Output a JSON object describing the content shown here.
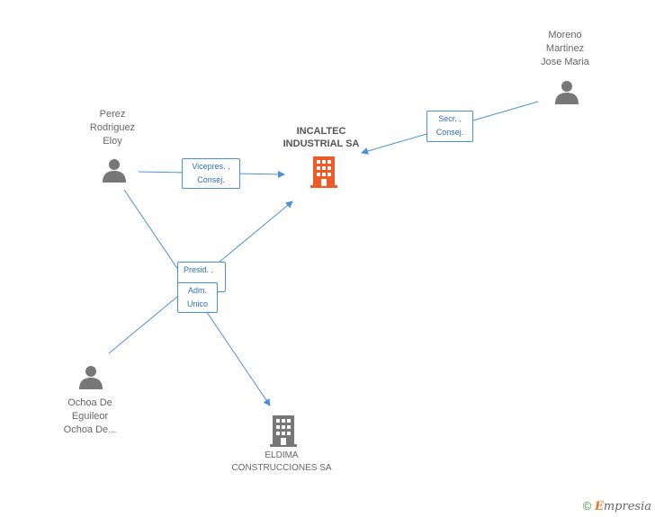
{
  "company": {
    "name_line1": "INCALTEC",
    "name_line2": "INDUSTRIAL SA",
    "icon": "building-icon",
    "color": "#f05a28"
  },
  "related_company": {
    "name_line1": "ELDIMA",
    "name_line2": "CONSTRUCCIONES SA",
    "icon": "building-icon",
    "color": "#777777"
  },
  "people": [
    {
      "id": "moreno",
      "lines": [
        "Moreno",
        "Martinez",
        "Jose Maria"
      ]
    },
    {
      "id": "perez",
      "lines": [
        "Perez",
        "Rodriguez",
        "Eloy"
      ]
    },
    {
      "id": "ochoa",
      "lines": [
        "Ochoa De",
        "Eguileor",
        "Ochoa De..."
      ]
    }
  ],
  "roles": {
    "moreno_incaltec": [
      "Secr. ,",
      "Consej."
    ],
    "perez_incaltec": [
      "Vicepres. ,",
      "Consej."
    ],
    "ochoa_incaltec": [
      "Presid. ,"
    ],
    "perez_eldima": [
      "Adm.",
      "Unico"
    ]
  },
  "footer": {
    "copyright": "©",
    "brand_initial": "E",
    "brand_rest": "mpresia"
  },
  "colors": {
    "edge": "#4a90d9",
    "person": "#777777"
  }
}
